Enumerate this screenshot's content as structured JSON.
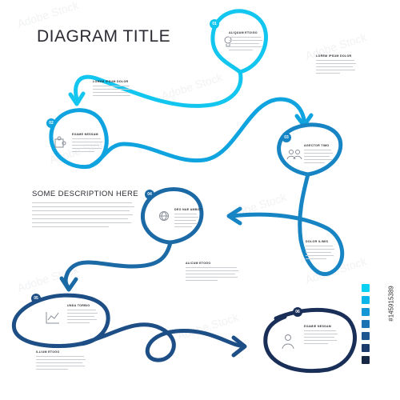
{
  "title": "DIAGRAM TITLE",
  "description_heading": "SOME DESCRIPTION HERE",
  "nodes": [
    {
      "num": "01",
      "label": "ALIQUAM ETOIGO",
      "icon": "lightbulb-icon",
      "color": "#12c6ef"
    },
    {
      "num": "02",
      "label": "EXAME NESSAM",
      "icon": "puzzle-icon",
      "color": "#0fa3df"
    },
    {
      "num": "03",
      "label": "AGECTOR TIMO",
      "icon": "people-icon",
      "color": "#1784c4"
    },
    {
      "num": "04",
      "label": "DEO NAE AMBOT",
      "icon": "globe-icon",
      "color": "#1b6aa6"
    },
    {
      "num": "05",
      "label": "UNDA TORBIO",
      "icon": "chart-icon",
      "color": "#1d4f86"
    },
    {
      "num": "06",
      "label": "EXAMIE NESSAM",
      "icon": "person-icon",
      "color": "#1a2f58"
    }
  ],
  "side_labels": [
    "LOREM IPSUM DOLOR",
    "LOREM IPSUM DOLOR",
    "DOLOR ILIMIS",
    "ALICUM ETOGO",
    "ILLIUM ETOGO"
  ],
  "watermark": "Adobe Stock",
  "stock_id": "#145915389",
  "palette": [
    "#0ad0f4",
    "#0cb5ea",
    "#1396d6",
    "#1b73b3",
    "#1d5690",
    "#1b3c6b",
    "#172845"
  ]
}
